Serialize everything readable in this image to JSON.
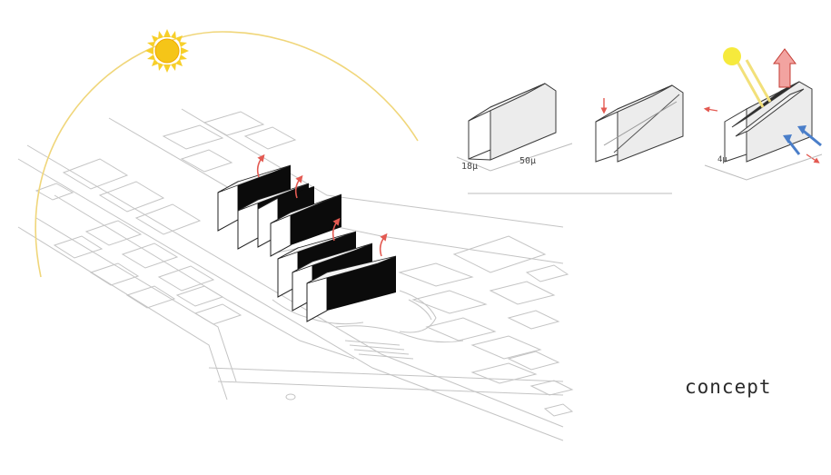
{
  "caption": "concept",
  "dimension_width": "18μ",
  "dimension_length": "50μ",
  "dimension_small": "4μ",
  "colors": {
    "sun": "#f2d21b",
    "sun_arc": "#f0d67a",
    "building": "#0b0b0b",
    "arrow_red": "#e35a52",
    "arrow_blue": "#4a7ec9",
    "site_lines": "#bdbdbd"
  },
  "icons": [
    "sun-icon",
    "airflow-arrow-icon",
    "wind-arrow-icon"
  ]
}
